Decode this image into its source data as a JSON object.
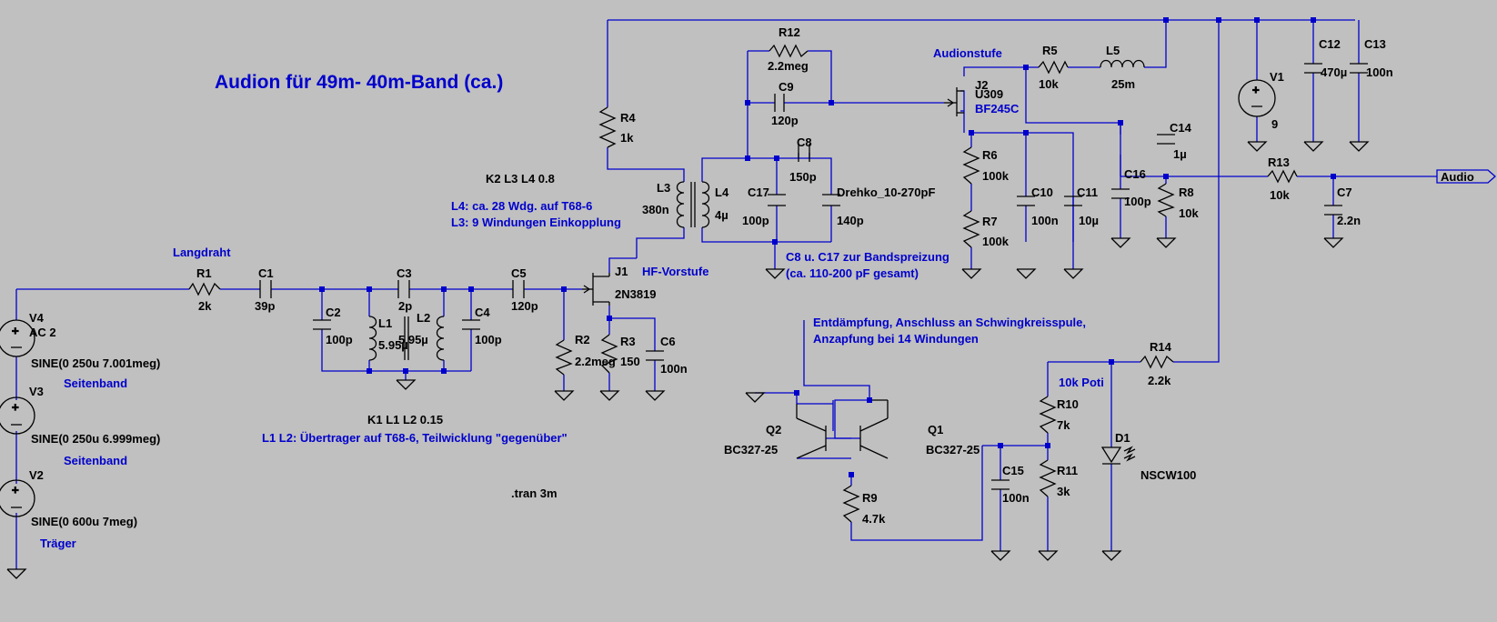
{
  "title": "Audion für 49m- 40m-Band (ca.)",
  "colors": {
    "background": "#c0c0c0",
    "wire": "#0000cc",
    "component": "#000000",
    "comment": "#0000cc"
  },
  "comments": {
    "langdraht": "Langdraht",
    "seitenband1": "Seitenband",
    "seitenband2": "Seitenband",
    "traeger": "Träger",
    "l4_note": "L4: ca. 28 Wdg. auf T68-6",
    "l3_note": "L3: 9 Windungen Einkopplung",
    "hf_vorstufe": "HF-Vorstufe",
    "audionstufe": "Audionstufe",
    "bandspreizung1": "C8 u. C17 zur Bandspreizung",
    "bandspreizung2": "(ca. 110-200 pF gesamt)",
    "entdaempfung1": "Entdämpfung, Anschluss an Schwingkreisspule,",
    "entdaempfung2": " Anzapfung bei 14 Windungen",
    "poti": "10k Poti",
    "l1l2_note": "L1 L2: Übertrager auf T68-6, Teilwicklung \"gegenüber\""
  },
  "directives": {
    "k2": "K2 L3 L4 0.8",
    "k1": "K1 L1 L2 0.15",
    "tran": ".tran 3m"
  },
  "net_label": "Audio",
  "parts": {
    "R1": {
      "name": "R1",
      "value": "2k"
    },
    "R2": {
      "name": "R2",
      "value": "2.2meg"
    },
    "R3": {
      "name": "R3",
      "value": "150"
    },
    "R4": {
      "name": "R4",
      "value": "1k"
    },
    "R5": {
      "name": "R5",
      "value": "10k"
    },
    "R6": {
      "name": "R6",
      "value": "100k"
    },
    "R7": {
      "name": "R7",
      "value": "100k"
    },
    "R8": {
      "name": "R8",
      "value": "10k"
    },
    "R9": {
      "name": "R9",
      "value": "4.7k"
    },
    "R10": {
      "name": "R10",
      "value": "7k"
    },
    "R11": {
      "name": "R11",
      "value": "3k"
    },
    "R12": {
      "name": "R12",
      "value": "2.2meg"
    },
    "R13": {
      "name": "R13",
      "value": "10k"
    },
    "R14": {
      "name": "R14",
      "value": "2.2k"
    },
    "C1": {
      "name": "C1",
      "value": "39p"
    },
    "C2": {
      "name": "C2",
      "value": "100p"
    },
    "C3": {
      "name": "C3",
      "value": "2p"
    },
    "C4": {
      "name": "C4",
      "value": "100p"
    },
    "C5": {
      "name": "C5",
      "value": "120p"
    },
    "C6": {
      "name": "C6",
      "value": "100n"
    },
    "C7": {
      "name": "C7",
      "value": "2.2n"
    },
    "C8": {
      "name": "C8",
      "value": "150p"
    },
    "C9": {
      "name": "C9",
      "value": "120p"
    },
    "C10": {
      "name": "C10",
      "value": "100n"
    },
    "C11": {
      "name": "C11",
      "value": "10µ"
    },
    "C12": {
      "name": "C12",
      "value": "470µ"
    },
    "C13": {
      "name": "C13",
      "value": "100n"
    },
    "C14": {
      "name": "C14",
      "value": "1µ"
    },
    "C15": {
      "name": "C15",
      "value": "100n"
    },
    "C16": {
      "name": "C16",
      "value": "100p"
    },
    "C17": {
      "name": "C17",
      "value": "100p"
    },
    "Drehko": {
      "name": "Drehko_10-270pF",
      "value": "140p"
    },
    "L1": {
      "name": "L1",
      "value": "5.95µ"
    },
    "L2": {
      "name": "L2",
      "value": "5.95µ"
    },
    "L3": {
      "name": "L3",
      "value": "380n"
    },
    "L4": {
      "name": "L4",
      "value": "4µ"
    },
    "L5": {
      "name": "L5",
      "value": "25m"
    },
    "J1": {
      "name": "J1",
      "value": "2N3819"
    },
    "J2": {
      "name": "J2",
      "value": "U309",
      "value2": "BF245C"
    },
    "Q1": {
      "name": "Q1",
      "value": "BC327-25"
    },
    "Q2": {
      "name": "Q2",
      "value": "BC327-25"
    },
    "D1": {
      "name": "D1",
      "value": "NSCW100"
    },
    "V1": {
      "name": "V1",
      "value": "9"
    },
    "V2": {
      "name": "V2",
      "value": "SINE(0 600u 7meg)"
    },
    "V3": {
      "name": "V3",
      "value": "SINE(0 250u 6.999meg)"
    },
    "V4": {
      "name": "V4",
      "value": "AC 2",
      "value2": "SINE(0 250u 7.001meg)"
    }
  }
}
